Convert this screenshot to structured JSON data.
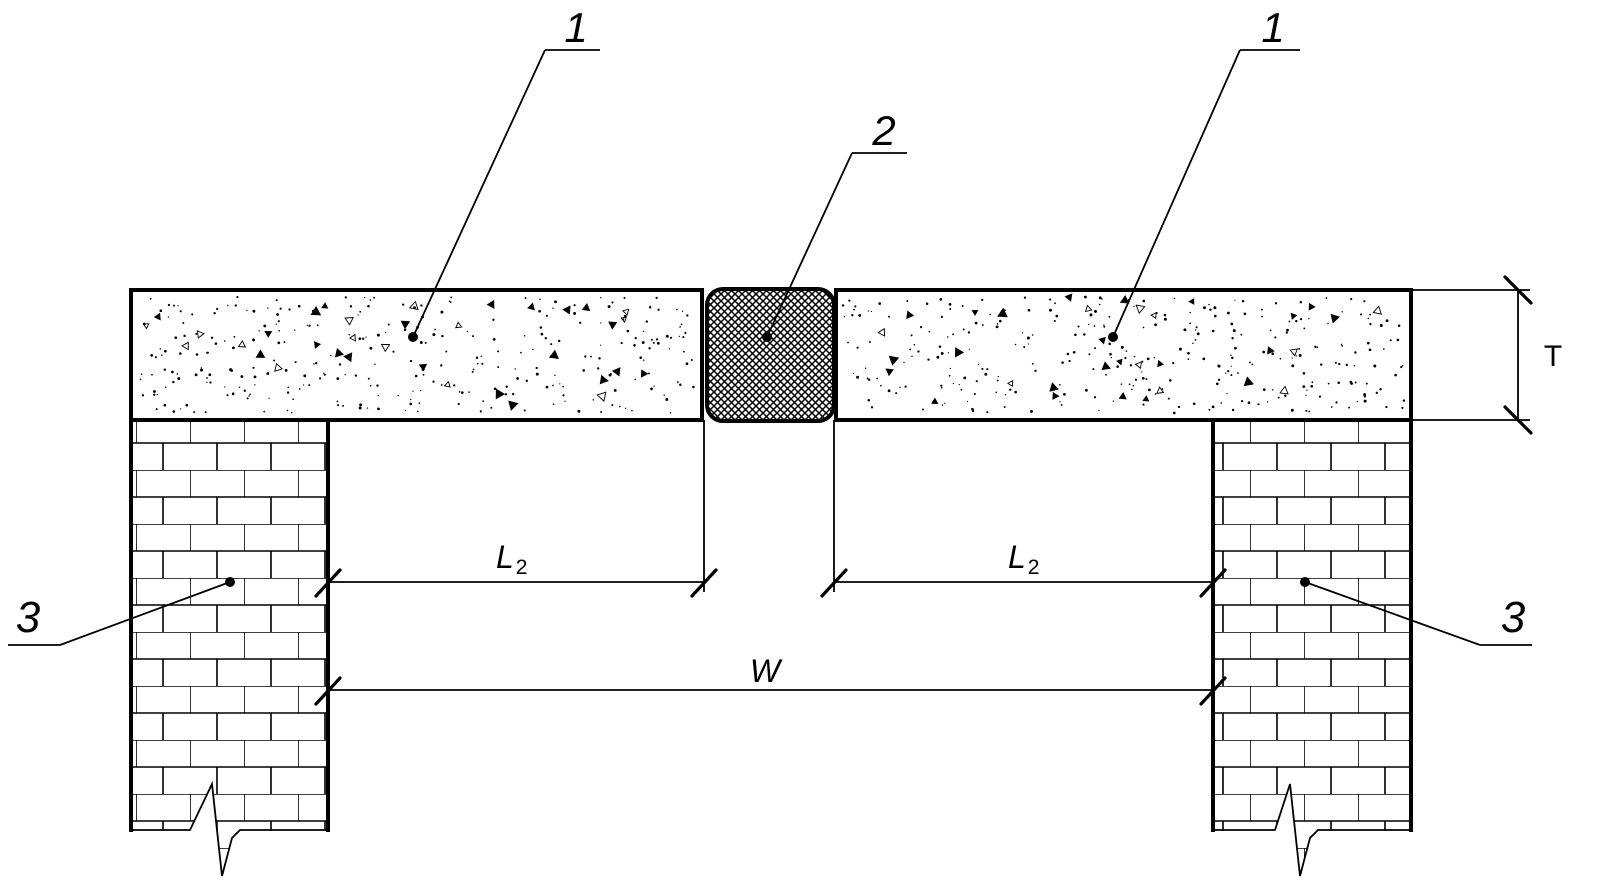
{
  "labels": {
    "slab_left": "1",
    "slab_right": "1",
    "joint": "2",
    "wall_left": "3",
    "wall_right": "3"
  },
  "dimensions": {
    "thickness": "T",
    "span_left": {
      "main": "L",
      "sub": "2"
    },
    "span_right": {
      "main": "L",
      "sub": "2"
    },
    "width": "W"
  },
  "colors": {
    "line": "#000000",
    "background": "#ffffff"
  }
}
